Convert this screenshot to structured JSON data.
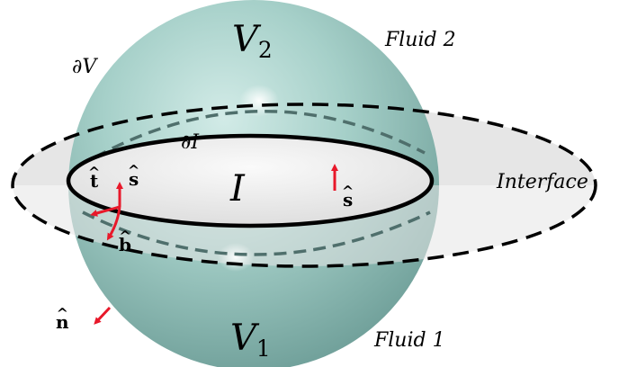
{
  "labels": {
    "volume_top": "V",
    "volume_top_sub": "2",
    "volume_bottom": "V",
    "volume_bottom_sub": "1",
    "fluid_top": "Fluid 2",
    "fluid_bottom": "Fluid 1",
    "boundary": "∂V",
    "interface_boundary": "∂I",
    "interface_region": "I",
    "interface": "Interface",
    "tangent_vec": "t",
    "surface_vec_left": "s",
    "binormal_vec": "b",
    "normal_vec": "n",
    "surface_vec_right": "s"
  },
  "colors": {
    "sphere_fill": "#9cc8c1",
    "sphere_highlight": "#d8f0ec",
    "sphere_shadow": "#6f9f99",
    "interface_fill": "#e4e4e4",
    "disc_fill": "#efefef",
    "contour": "#000000",
    "dashed_back": "#4f6f6c",
    "vector": "#e8182a"
  }
}
